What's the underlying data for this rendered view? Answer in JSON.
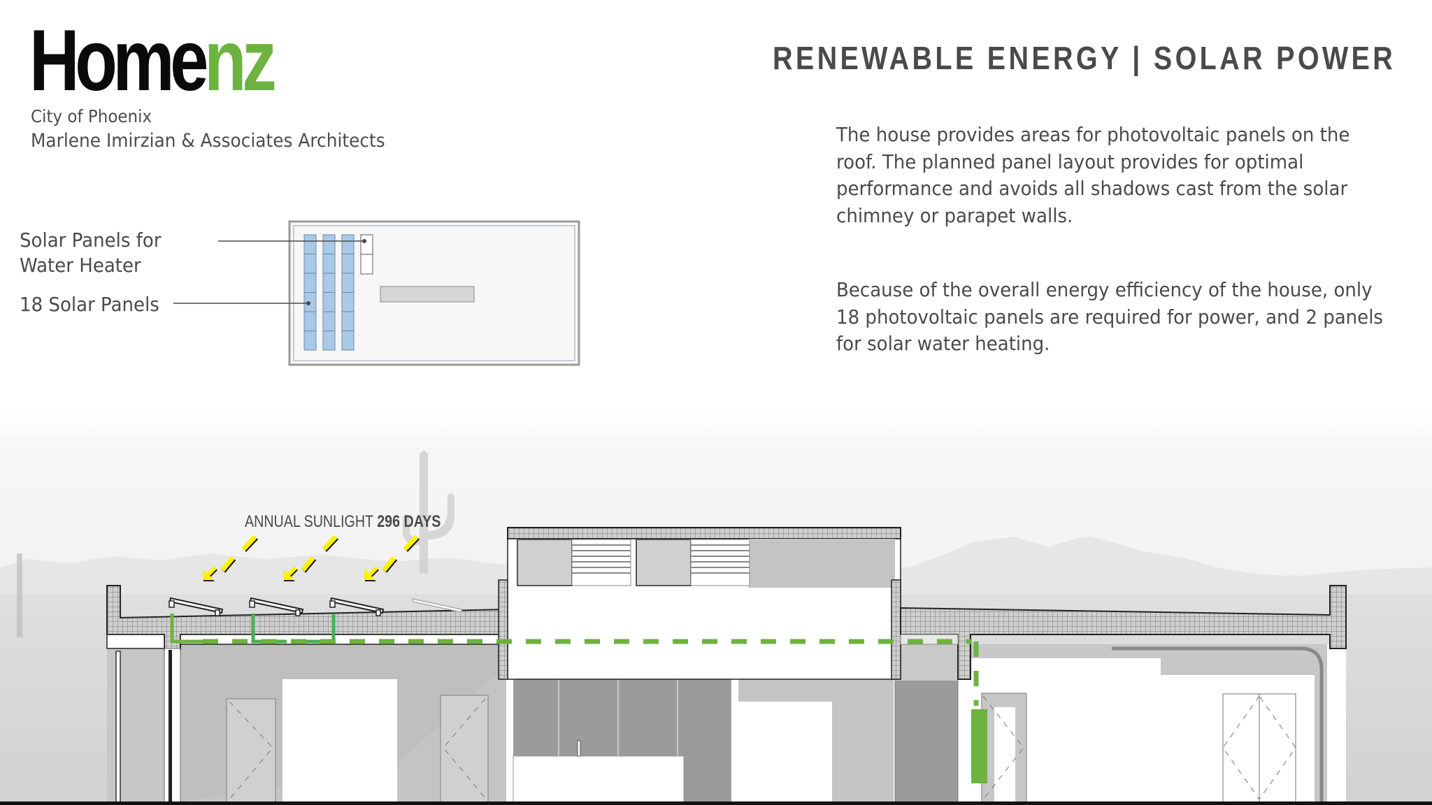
{
  "logo": {
    "word_dark": "Home",
    "word_green": "nz",
    "city": "City of Phoenix",
    "architect": "Marlene Imirzian & Associates Architects"
  },
  "header": {
    "title": "RENEWABLE ENERGY | SOLAR POWER"
  },
  "description": {
    "paragraph_1": "The house provides areas for photovoltaic panels on the roof. The planned panel layout provides for optimal performance and avoids all shadows cast from the solar chimney or parapet walls.",
    "paragraph_2": "Because of the overall energy efficiency of the house, only 18 photovoltaic panels are required for power, and 2 panels for solar water heating."
  },
  "roof_plan": {
    "label_water_heater_line1": "Solar Panels for",
    "label_water_heater_line2": "Water Heater",
    "label_pv": "18 Solar Panels",
    "pv_panel_count": 18,
    "pv_columns": 3,
    "water_heater_panel_count": 2
  },
  "section": {
    "sunlight_label": "ANNUAL SUNLIGHT",
    "sunlight_value": "296 DAYS"
  },
  "colors": {
    "brand_green": "#6db33f",
    "sun_yellow": "#fff200",
    "panel_blue": "#a9c9e8",
    "text_gray": "#4a4a4c"
  }
}
